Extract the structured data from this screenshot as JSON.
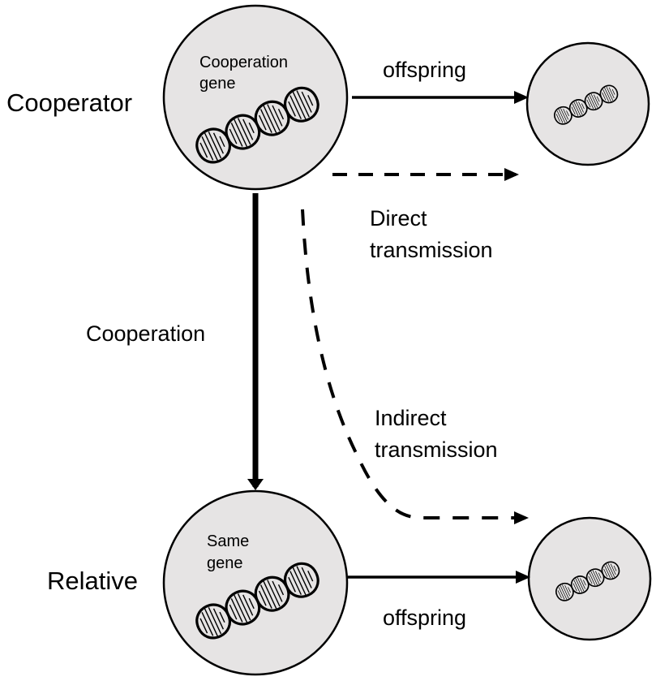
{
  "nodes": {
    "cooperator": {
      "label": "Cooperator",
      "gene_label_line1": "Cooperation",
      "gene_label_line2": "gene"
    },
    "relative": {
      "label": "Relative",
      "gene_label_line1": "Same",
      "gene_label_line2": "gene"
    },
    "offspring_top": {},
    "offspring_bottom": {}
  },
  "edges": {
    "top_offspring": {
      "label": "offspring"
    },
    "bottom_offspring": {
      "label": "offspring"
    },
    "cooperation": {
      "label": "Cooperation"
    },
    "direct": {
      "label_line1": "Direct",
      "label_line2": "transmission"
    },
    "indirect": {
      "label_line1": "Indirect",
      "label_line2": "transmission"
    }
  },
  "icons": {
    "dna": "dna-helix-icon"
  },
  "colors": {
    "circle_fill": "#e6e4e4",
    "stroke": "#000000"
  }
}
